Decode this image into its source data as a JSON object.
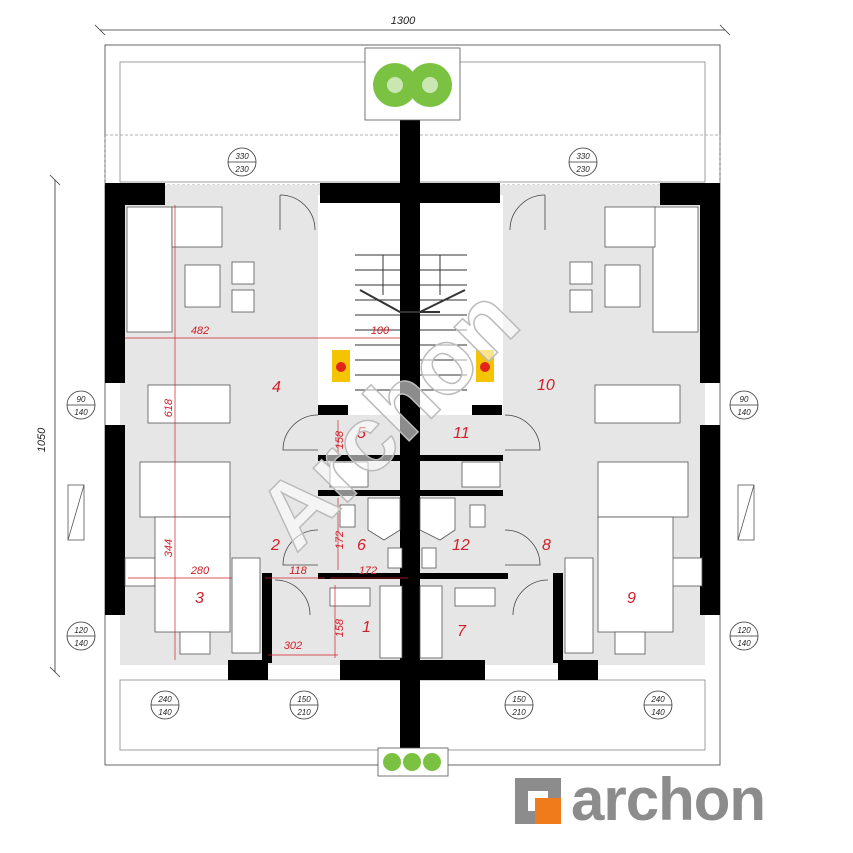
{
  "dimensions": {
    "overall_width": "1300",
    "overall_depth": "1050",
    "left_living_width": "482",
    "stair_width": "100",
    "dining_height": "618",
    "kitchen_height": "344",
    "kitchen_width": "280",
    "hall_left": "118",
    "hall_mid": "172",
    "bath_height": "172",
    "vestibule_height": "158",
    "stair_landing_height": "158",
    "entrance_width": "302"
  },
  "rooms": {
    "r1": "1",
    "r2": "2",
    "r3": "3",
    "r4": "4",
    "r5": "5",
    "r6": "6",
    "r7": "7",
    "r8": "8",
    "r9": "9",
    "r10": "10",
    "r11": "11",
    "r12": "12"
  },
  "windows": {
    "top_left": [
      "330",
      "230"
    ],
    "top_right": [
      "330",
      "230"
    ],
    "mid_left": [
      "90",
      "140"
    ],
    "mid_right": [
      "90",
      "140"
    ],
    "low_left": [
      "120",
      "140"
    ],
    "low_right": [
      "120",
      "140"
    ],
    "bottom_left": [
      "240",
      "140"
    ],
    "bottom_right": [
      "240",
      "140"
    ],
    "door_left": [
      "150",
      "210"
    ],
    "door_right": [
      "150",
      "210"
    ]
  },
  "watermark": "Archon",
  "brand": {
    "name": "archon"
  },
  "colors": {
    "wall": "#000000",
    "floor": "#e6e6e6",
    "dimension_red": "#d0202a",
    "brand_gray": "#8c8c8c",
    "brand_orange": "#f07b1a",
    "plant_green": "#7cc242"
  }
}
